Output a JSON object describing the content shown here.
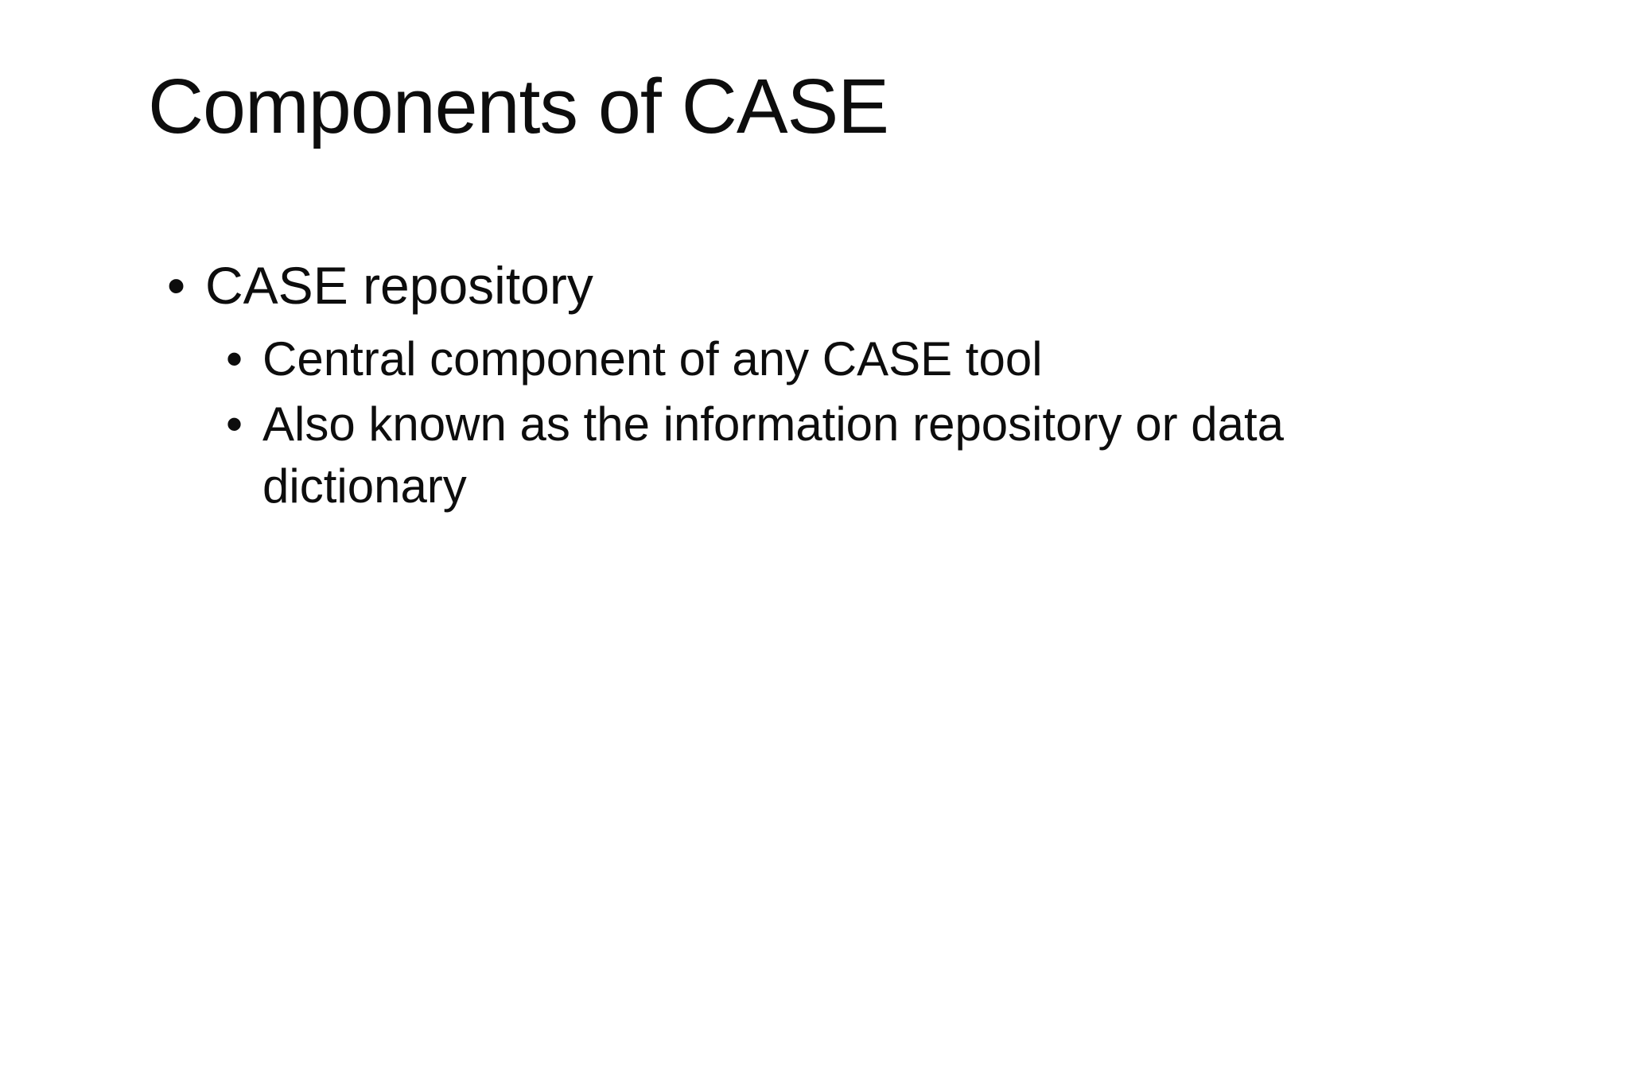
{
  "slide": {
    "background": "#ffffff",
    "text_color": "#0d0d0d",
    "bullet_char": "•",
    "title": "Components of CASE",
    "list": {
      "item": "CASE repository",
      "sub_items": [
        "Central component of any CASE tool",
        "Also known as the information repository or data\ndictionary"
      ]
    }
  }
}
